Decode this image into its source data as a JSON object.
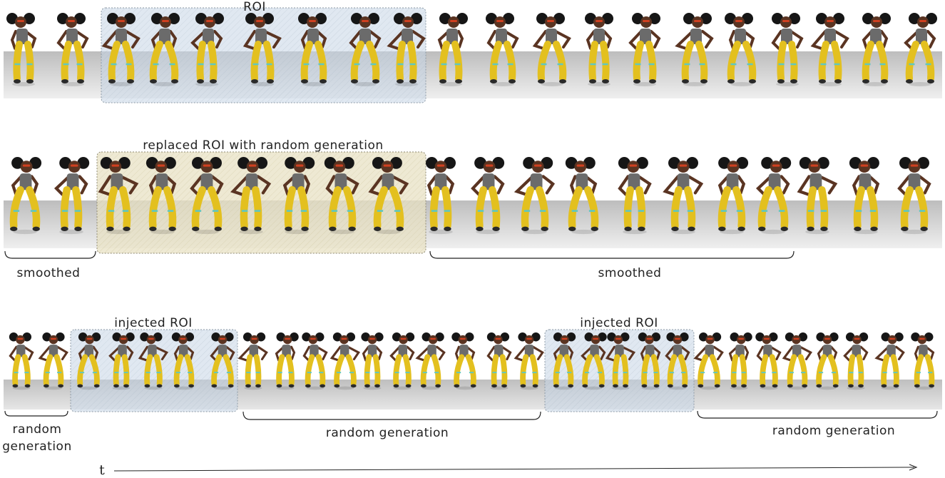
{
  "rows": [
    {
      "roi_label": "ROI",
      "roi_style": "blue",
      "brackets": []
    },
    {
      "roi_label": "replaced ROI with random generation",
      "roi_style": "yellow",
      "brackets": [
        {
          "label": "smoothed"
        },
        {
          "label": "smoothed"
        }
      ]
    },
    {
      "roi_labels": [
        "injected ROI",
        "injected ROI"
      ],
      "roi_style": "blue",
      "brackets": [
        {
          "label_lines": [
            "random",
            "generation"
          ]
        },
        {
          "label": "random generation"
        },
        {
          "label": "random generation"
        }
      ]
    }
  ],
  "time_axis": {
    "label": "t"
  },
  "colors": {
    "floor": "#c9c9c9",
    "roi_blue": "#c7d6e6",
    "roi_yellow": "#e8e1c4",
    "pants": "#e3c01f",
    "shirt": "#6b6b6b",
    "skin": "#5a3422",
    "hair": "#161616",
    "stripe": "#5fc7c2"
  },
  "figure_icons": [
    "dancer-figure"
  ]
}
